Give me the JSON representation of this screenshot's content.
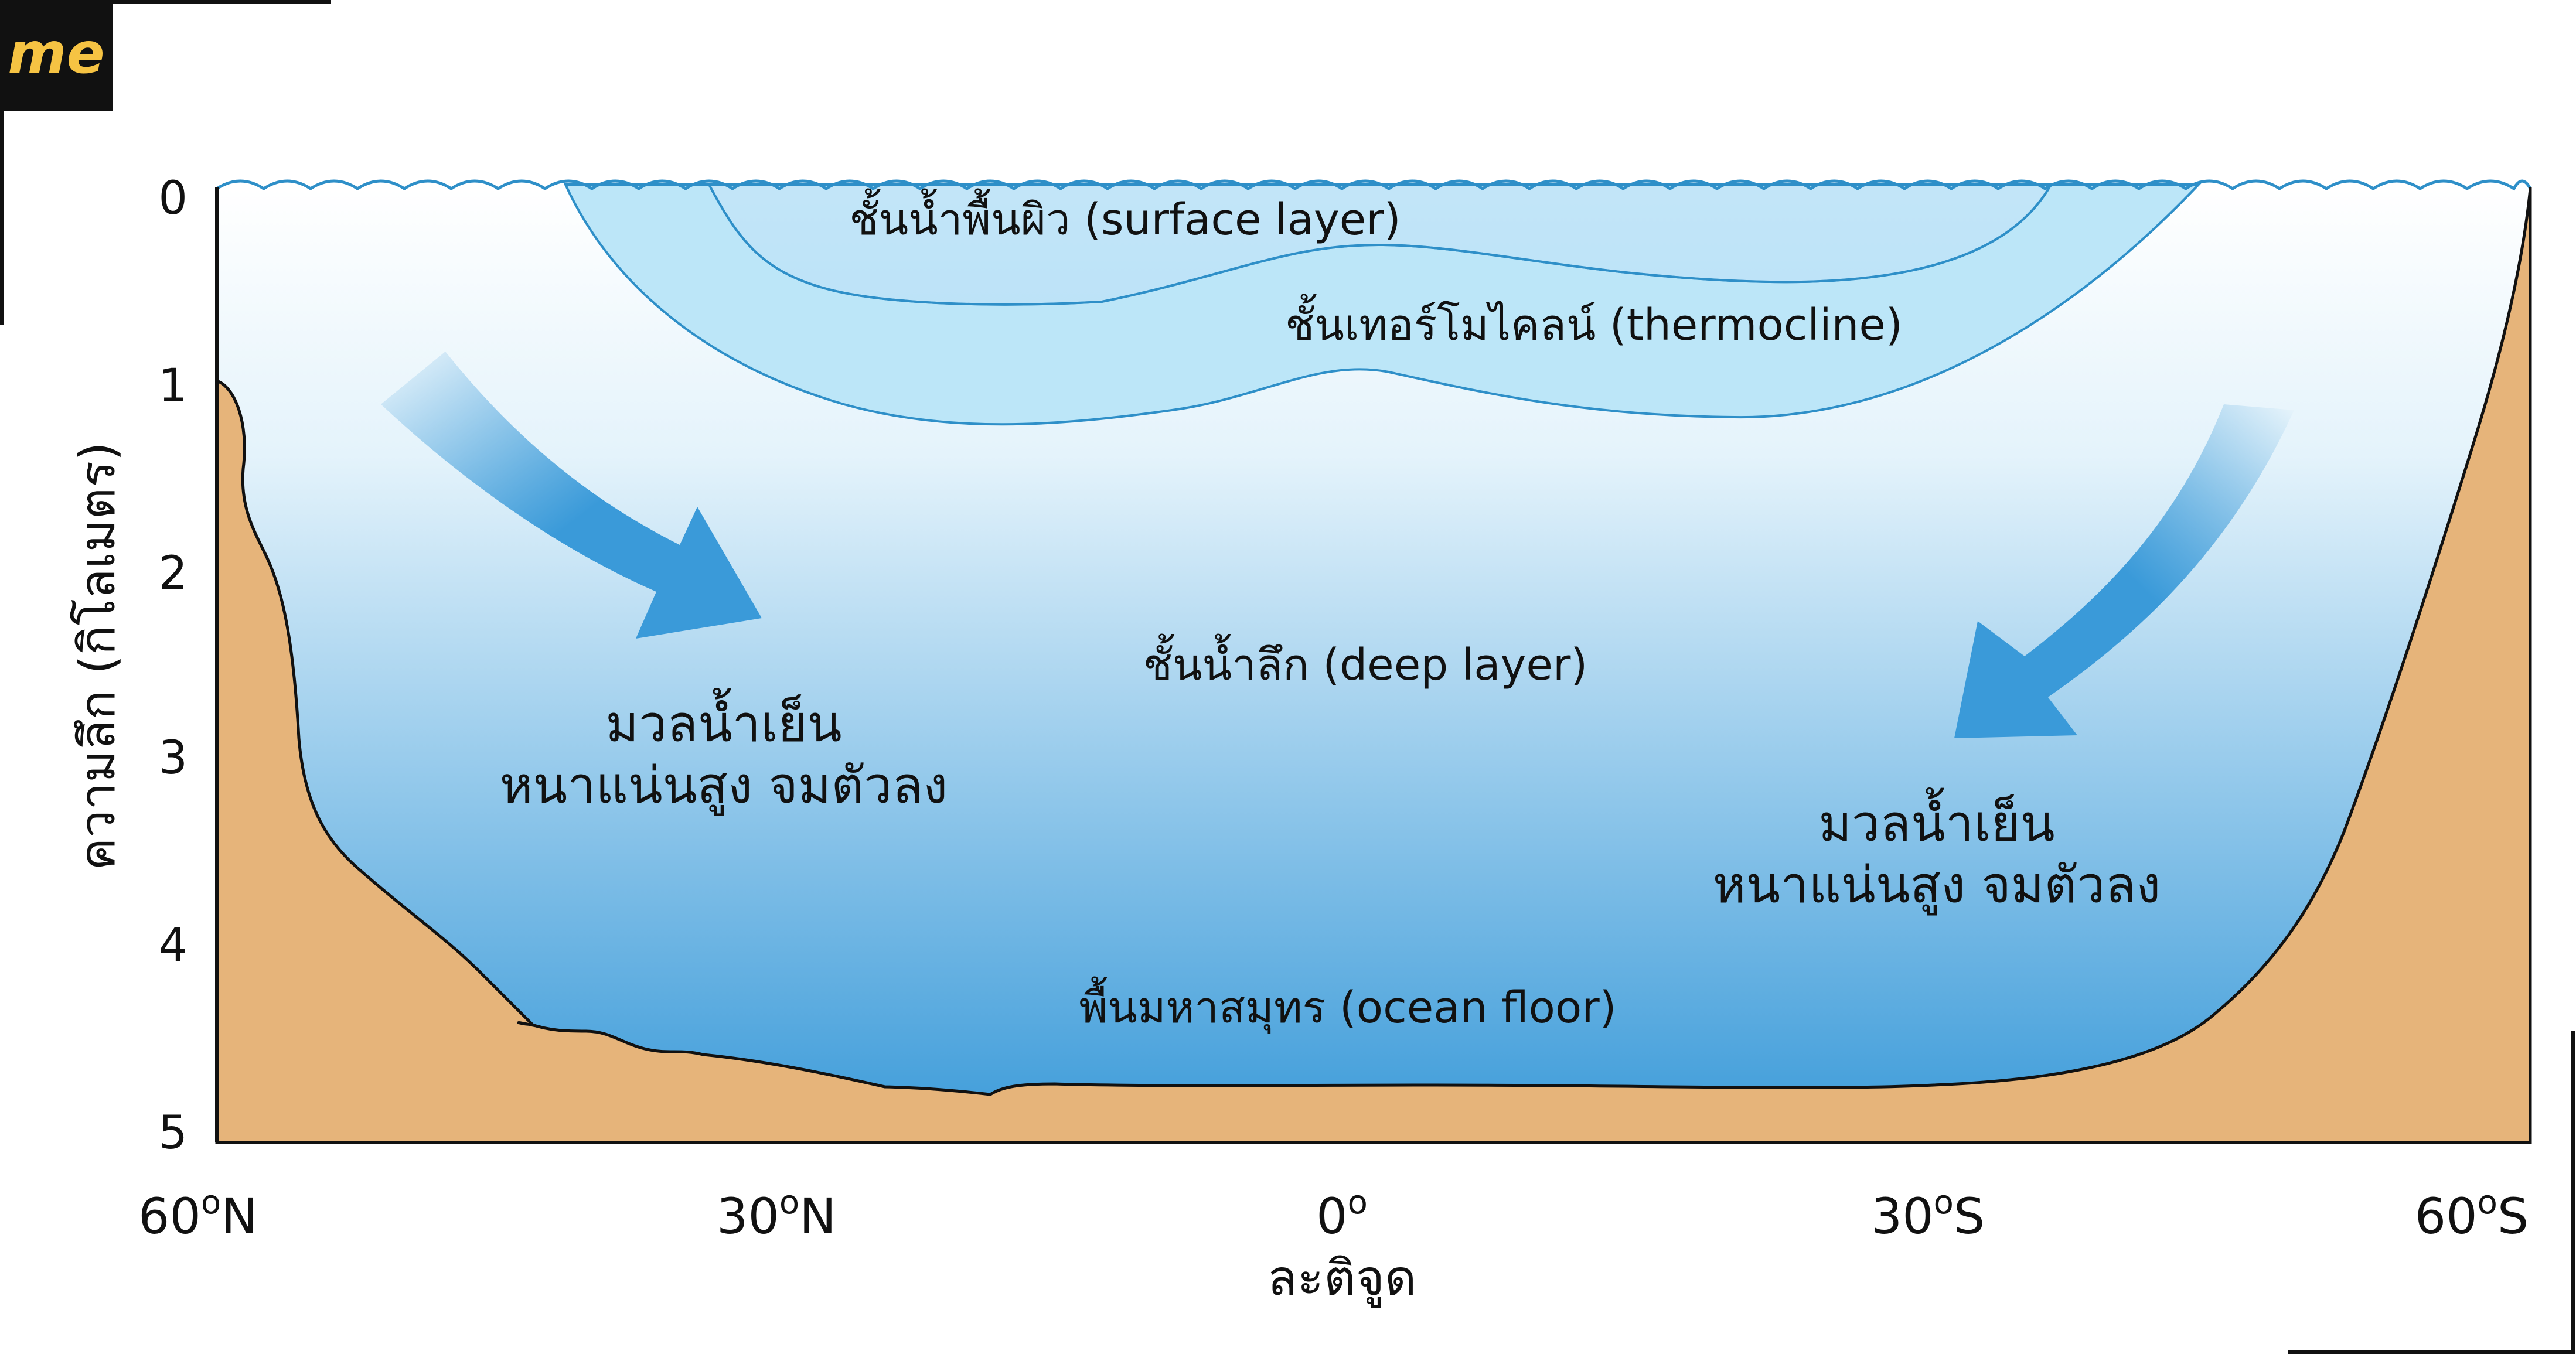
{
  "logo": {
    "text": "me",
    "bg_color": "#111111",
    "text_color": "#F6C343"
  },
  "y_axis": {
    "label": "ความลึก (กิโลเมตร)",
    "ticks": [
      "0",
      "1",
      "2",
      "3",
      "4",
      "5"
    ]
  },
  "x_axis": {
    "label": "ละติจูด",
    "ticks": [
      {
        "value": "60",
        "suffix": "N"
      },
      {
        "value": "30",
        "suffix": "N"
      },
      {
        "value": "0",
        "suffix": ""
      },
      {
        "value": "30",
        "suffix": "S"
      },
      {
        "value": "60",
        "suffix": "S"
      }
    ]
  },
  "layers": {
    "surface": "ชั้นน้ำพื้นผิว (surface layer)",
    "thermocline": "ชั้นเทอร์โมไคลน์ (thermocline)",
    "deep": "ชั้นน้ำลึก (deep layer)",
    "floor": "พื้นมหาสมุทร (ocean floor)"
  },
  "annotations": {
    "left": {
      "line1": "มวลน้ำเย็น",
      "line2": "หนาแน่นสูง จมตัวลง"
    },
    "right": {
      "line1": "มวลน้ำเย็น",
      "line2": "หนาแน่นสูง จมตัวลง"
    }
  },
  "colors": {
    "water_deep": "#3A9AD9",
    "water_surface": "#FFFFFF",
    "thermocline": "#BCE6F8",
    "seabed": "#E6B47A",
    "arrow": "#3A9AD9",
    "line": "#1A3C5A"
  }
}
